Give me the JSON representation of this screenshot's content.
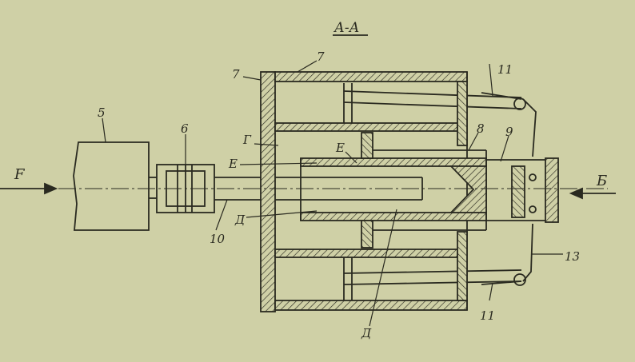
{
  "section_title": "А-А",
  "labels": {
    "l5": "5",
    "l6": "6",
    "l7a": "7",
    "l7b": "7",
    "lG": "Г",
    "lE1": "Е",
    "lE2": "Е",
    "lD1": "Д",
    "lD2": "Д",
    "l10": "10",
    "l8": "8",
    "l9": "9",
    "l11a": "11",
    "l11b": "11",
    "l13": "13",
    "lF": "F",
    "lB": "Б"
  },
  "colors": {
    "paper": "#cfd0a6",
    "ink": "#2a2a20"
  }
}
